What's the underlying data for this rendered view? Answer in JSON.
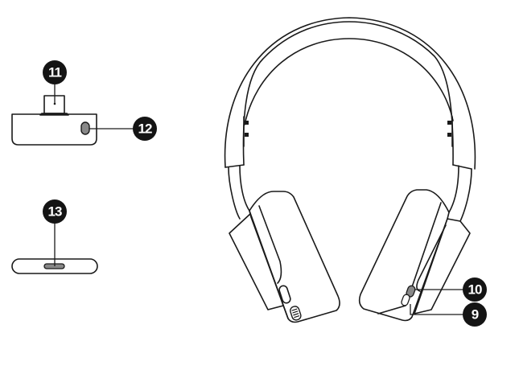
{
  "figure": {
    "subject": "Wireless headphones with USB dongle - parts diagram",
    "stroke_color": "#1a1a1a",
    "badge_color": "#141414",
    "badge_text_color": "#ffffff"
  },
  "callouts": [
    {
      "number": "11",
      "target": "USB-C connector plug on dongle"
    },
    {
      "number": "12",
      "target": "Button / LED on dongle side"
    },
    {
      "number": "13",
      "target": "Port on bottom of dongle"
    },
    {
      "number": "10",
      "target": "Switch on right earcup"
    },
    {
      "number": "9",
      "target": "Port on right earcup bottom"
    }
  ],
  "components": {
    "dongle_front": "USB dongle (front view)",
    "dongle_bottom": "USB dongle (bottom view)",
    "headphones": "Over-ear headphones (front view)"
  }
}
